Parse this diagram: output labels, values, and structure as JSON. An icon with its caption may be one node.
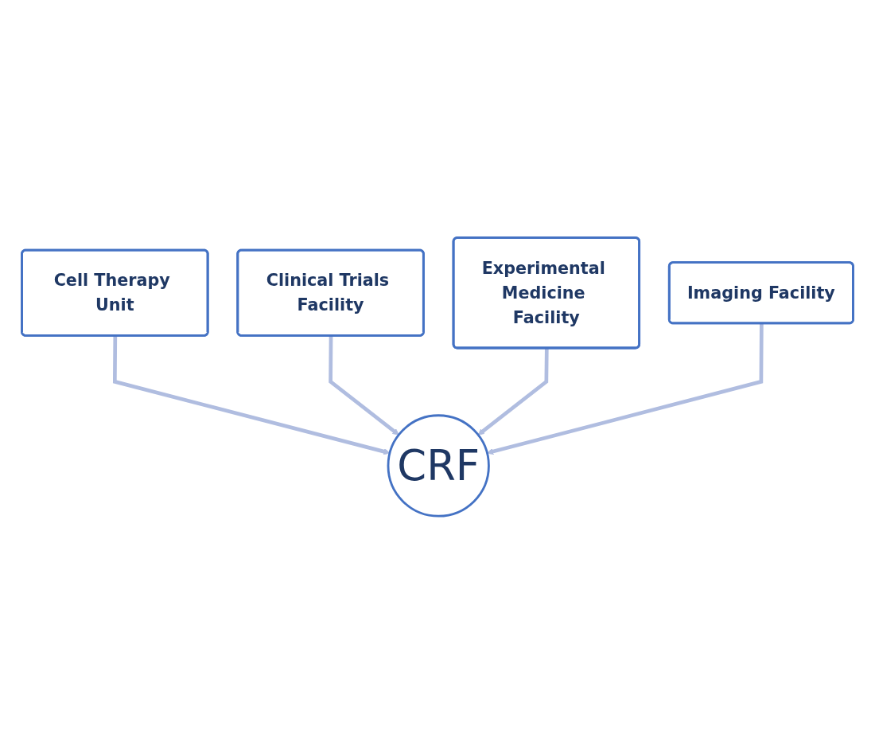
{
  "diagram": {
    "nodes": [
      {
        "text": [
          "Cell Therapy Unit"
        ]
      },
      {
        "text": [
          "Clinical Trials Facility"
        ]
      },
      {
        "text": [
          "Experimental Medicine Facility"
        ]
      },
      {
        "text": [
          "Imaging Facility"
        ]
      },
      {
        "text": [
          "CRF"
        ]
      }
    ],
    "edges": [
      {
        "from": 0,
        "to": 4,
        "arrow": "to"
      },
      {
        "from": 1,
        "to": 4,
        "arrow": "to"
      },
      {
        "from": 2,
        "to": 4,
        "arrow": "to"
      },
      {
        "from": 3,
        "to": 4,
        "arrow": "to"
      }
    ]
  }
}
